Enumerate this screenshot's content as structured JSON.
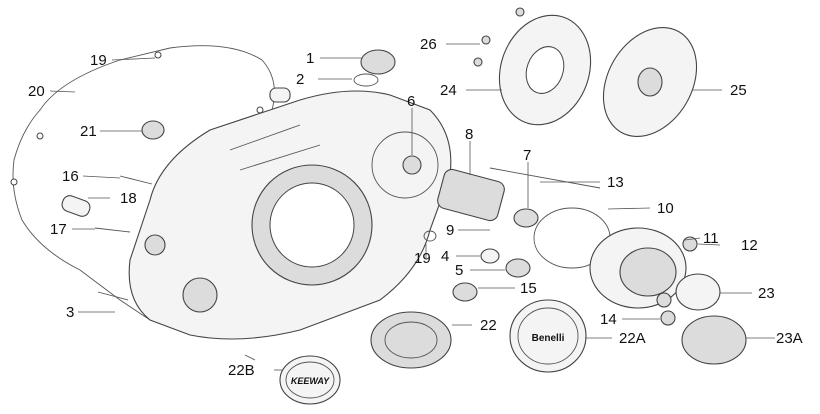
{
  "diagram": {
    "labels": {
      "p1": "1",
      "p2": "2",
      "p3": "3",
      "p4": "4",
      "p5": "5",
      "p6": "6",
      "p7": "7",
      "p8": "8",
      "p9": "9",
      "p10": "10",
      "p11": "11",
      "p12": "12",
      "p13": "13",
      "p14": "14",
      "p15": "15",
      "p16": "16",
      "p17": "17",
      "p18": "18",
      "p19a": "19",
      "p19b": "19",
      "p20": "20",
      "p21": "21",
      "p22": "22",
      "p22a": "22A",
      "p22b": "22B",
      "p23": "23",
      "p23a": "23A",
      "p24": "24",
      "p25": "25",
      "p26": "26"
    },
    "badges": {
      "keeway_text": "KEEWAY",
      "benelli_text": "Benelli"
    }
  }
}
